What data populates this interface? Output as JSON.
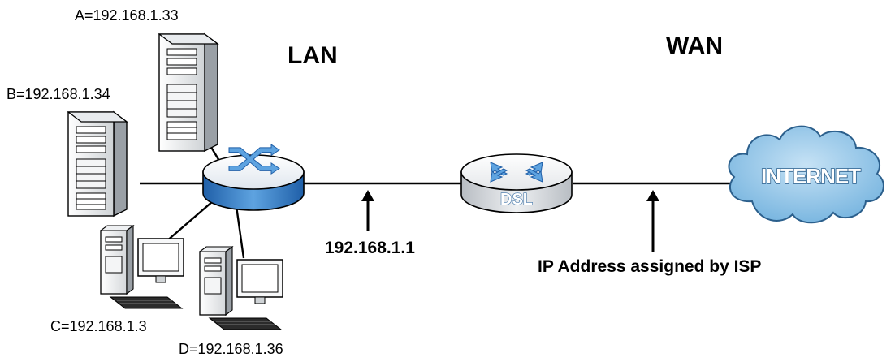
{
  "zones": {
    "lan": "LAN",
    "wan": "WAN"
  },
  "hosts": {
    "a": "A=192.168.1.33",
    "b": "B=192.168.1.34",
    "c": "C=192.168.1.3",
    "d": "D=192.168.1.36"
  },
  "gateway_ip": "192.168.1.1",
  "wan_ip_note": "IP Address assigned by ISP",
  "dsl_label": "DSL",
  "internet_label": "INTERNET",
  "icons": [
    "server-tower-icon",
    "desktop-pc-icon",
    "lan-switch-icon",
    "dsl-router-icon",
    "internet-cloud-icon",
    "up-arrow-icon"
  ],
  "colors": {
    "switch_blue": "#2f78c4",
    "router_silver": "#d9dde2",
    "cloud_blue": "#8fc3e6",
    "line": "#000000"
  }
}
